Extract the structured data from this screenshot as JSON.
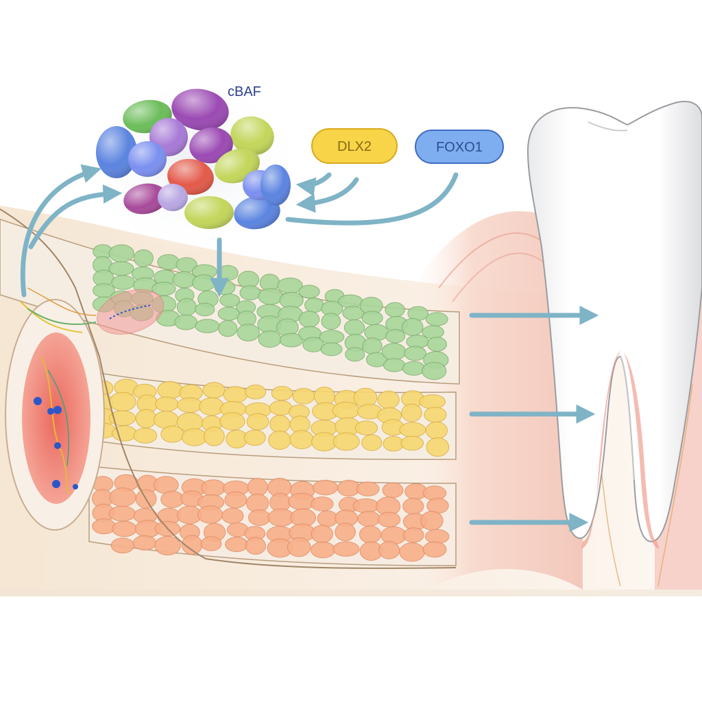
{
  "labels": {
    "complex": "cBAF",
    "factor_1": "DLX2",
    "factor_2": "FOXO1"
  },
  "colors": {
    "arrow": "#7fb3c6",
    "complex_label": "#2b3f8c",
    "dlx2_fill": "#f7d448",
    "dlx2_text": "#8a6a10",
    "foxo1_fill": "#7eaef0",
    "foxo1_text": "#2c4d8f",
    "layer_green": "#a9d69a",
    "layer_yellow": "#f7d770",
    "layer_orange": "#f7b08a",
    "tissue": "#f8ecdc",
    "gum": "#f4c6bc",
    "tooth": "#ffffff",
    "pulp": "#f3b7a6"
  },
  "complex_subunit_colors": [
    "#6cbd5a",
    "#9b4ab3",
    "#5b84e0",
    "#c3d65a",
    "#a77ad6",
    "#e35a4a",
    "#7b8ff0",
    "#a84a9a",
    "#b9a7e3"
  ]
}
